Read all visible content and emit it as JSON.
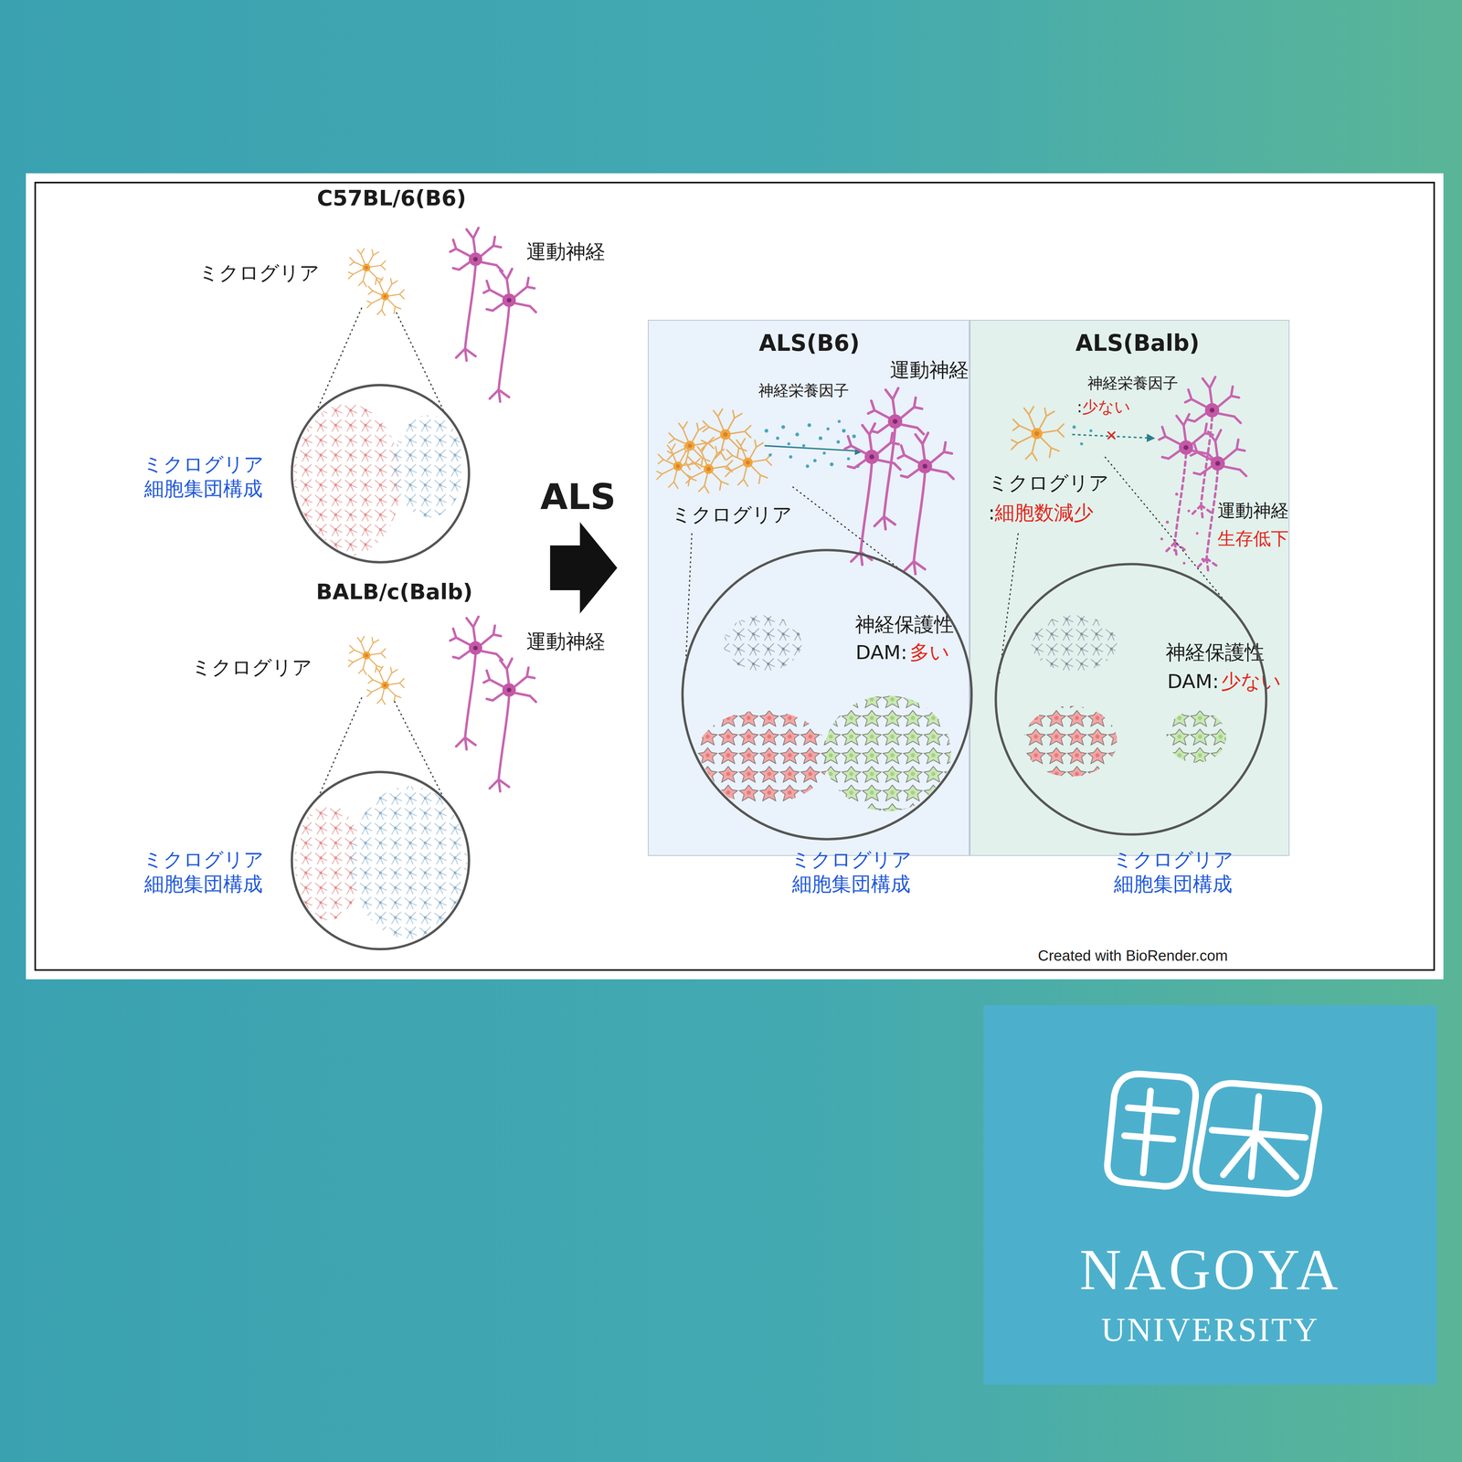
{
  "diagram": {
    "nodes": [
      {
        "text": [
          "C57BL/6(B6)",
          "ミクログリア",
          "運動神経",
          "ミクログリア 細胞集団構成",
          "BALB/c(Balb)",
          "ミクログリア",
          "運動神経",
          "ミクログリア 細胞集団構成",
          "ALS",
          "Created with BioRender.com"
        ]
      },
      {
        "text": [
          "ALS(B6)",
          "運動神経",
          "神経栄養因子",
          "ミクログリア",
          "神経保護性",
          "DAM:",
          "多い",
          "ミクログリア 細胞集団構成"
        ],
        "in": 0
      },
      {
        "text": [
          "ALS(Balb)",
          "神経栄養因子",
          ":",
          "少ない",
          "ミクログリア",
          ":",
          "細胞数減少",
          "運動神経",
          "生存低下",
          "神経保護性",
          "DAM:",
          "少ない",
          "ミクログリア 細胞集団構成"
        ],
        "in": 0
      },
      {
        "text": [
          "NAGOYA",
          "UNIVERSITY"
        ]
      }
    ]
  }
}
